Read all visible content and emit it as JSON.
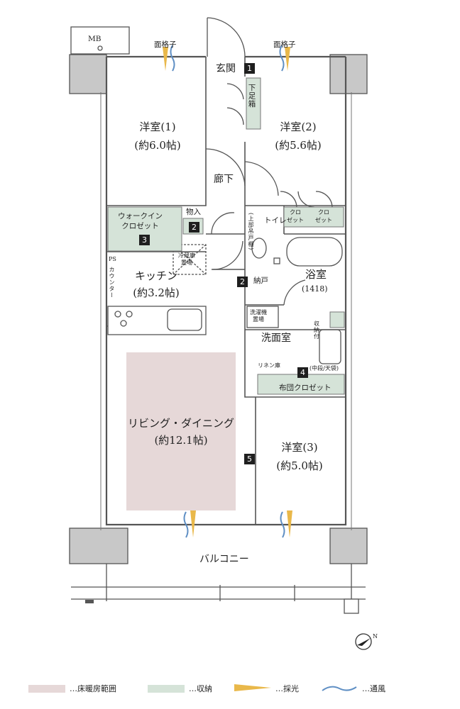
{
  "labels": {
    "mb": "MB",
    "lattice_left": "面格子",
    "lattice_right": "面格子",
    "entrance": "玄関",
    "shoe_box": "下足箱",
    "room1_name": "洋室(1)",
    "room1_size": "(約6.0帖)",
    "room2_name": "洋室(2)",
    "room2_size": "(約5.6帖)",
    "hallway": "廊下",
    "walkin_closet": "ウォークイン\nクロゼット",
    "storage": "物入",
    "closet_a": "クロ\nゼット",
    "closet_b": "クロ\nゼット",
    "toilet": "トイレ",
    "upper_cabinet": "(上部吊戸棚)",
    "ps": "PS",
    "fridge": "冷蔵庫\n置場",
    "kitchen_name": "キッチン",
    "kitchen_size": "(約3.2帖)",
    "counter": "カウンター",
    "pantry": "納戸",
    "bath_name": "浴室",
    "bath_size": "(1418)",
    "washer": "洗濯機\n置場",
    "storage_shelf": "収\n納\n付",
    "washroom": "洗面室",
    "linen": "リネン庫",
    "futon_note": "(中段/天袋)",
    "futon_closet": "布団クロゼット",
    "living_name": "リビング・ダイニング",
    "living_size": "(約12.1帖)",
    "room3_name": "洋室(3)",
    "room3_size": "(約5.0帖)",
    "balcony": "バルコニー",
    "compass": "N"
  },
  "markers": [
    "1",
    "2",
    "3",
    "2",
    "4",
    "5"
  ],
  "legend": [
    {
      "label": "…床暖房範囲",
      "color": "#e6d8d8"
    },
    {
      "label": "…収納",
      "color": "#d5e3d8"
    },
    {
      "label": "…採光",
      "color": "#e9b84a"
    },
    {
      "label": "…通風",
      "color": "#5f8fc4"
    }
  ],
  "colors": {
    "floor_heating": "#e6d8d8",
    "storage": "#d5e3d8",
    "light": "#e9b84a",
    "wind": "#5f8fc4",
    "wall": "#555555"
  }
}
